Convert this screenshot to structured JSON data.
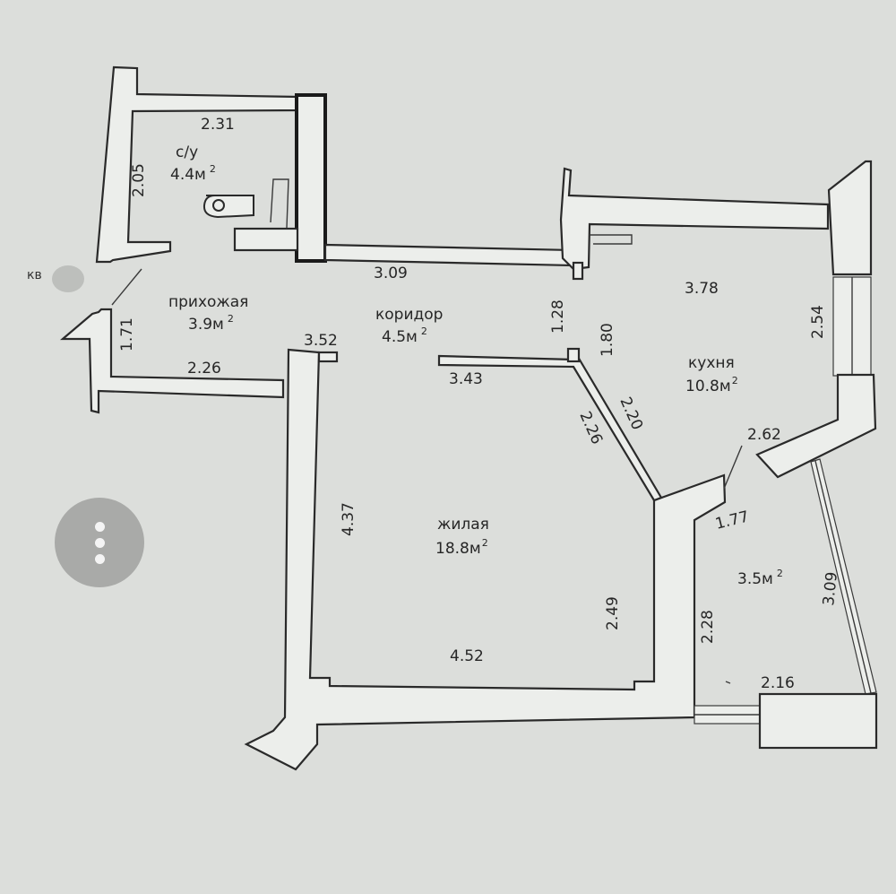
{
  "apartment": {
    "label": "кв"
  },
  "rooms": {
    "bathroom": {
      "name": "с/у",
      "area": "4.4м",
      "unit": "2"
    },
    "hall": {
      "name": "прихожая",
      "area": "3.9м",
      "unit": "2"
    },
    "corridor": {
      "name": "коридор",
      "area": "4.5м",
      "unit": "2"
    },
    "kitchen": {
      "name": "кухня",
      "area": "10.8м",
      "unit": "2"
    },
    "living": {
      "name": "жилая",
      "area": "18.8м",
      "unit": "2"
    },
    "balcony": {
      "area": "3.5м",
      "unit": "2"
    }
  },
  "dimensions": {
    "d_2_31": "2.31",
    "d_2_05": "2.05",
    "d_3_09_top": "3.09",
    "d_1_28": "1.28",
    "d_1_80": "1.80",
    "d_3_78": "3.78",
    "d_2_54": "2.54",
    "d_1_71": "1.71",
    "d_2_26_hall": "2.26",
    "d_3_52": "3.52",
    "d_3_43": "3.43",
    "d_2_26_diag": "2.26",
    "d_2_20": "2.20",
    "d_2_62": "2.62",
    "d_1_77": "1.77",
    "d_4_37": "4.37",
    "d_2_49": "2.49",
    "d_4_52": "4.52",
    "d_2_28": "2.28",
    "d_3_09_balcony": "3.09",
    "d_2_16": "2.16"
  },
  "icons": {
    "menu": "more-vertical-icon",
    "toilet": "toilet-icon"
  }
}
